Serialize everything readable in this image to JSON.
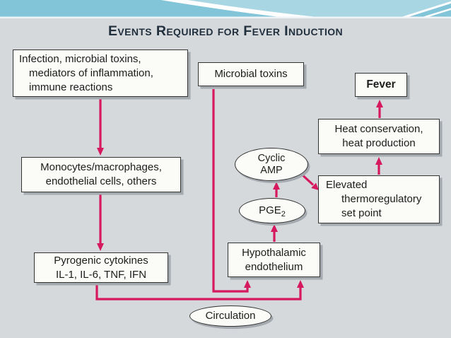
{
  "slide": {
    "title": "Events Required for Fever Induction"
  },
  "colors": {
    "background": "#d5d9dc",
    "arrow": "#d6195e",
    "box_bg": "#fbfbf8",
    "box_border": "#333333",
    "shadow": "#a3a9ae",
    "text": "#1c1c1c",
    "title_text": "#22303e",
    "header_base": "#82c4d8",
    "header_light": "#a9d6e3",
    "header_swoosh": "#ffffff",
    "header_divider": "#eef2f3"
  },
  "nodes": {
    "infection": {
      "shape": "box",
      "lines": [
        "Infection, microbial toxins,",
        "mediators of inflammation,",
        "immune reactions"
      ]
    },
    "microbial_toxins": {
      "shape": "box",
      "lines": [
        "Microbial toxins"
      ]
    },
    "monocytes": {
      "shape": "box",
      "lines": [
        "Monocytes/macrophages,",
        "endothelial cells, others"
      ]
    },
    "pyrogenic": {
      "shape": "box",
      "lines": [
        "Pyrogenic cytokines",
        "IL-1, IL-6, TNF, IFN"
      ]
    },
    "cyclic_amp": {
      "shape": "ellipse",
      "lines": [
        "Cyclic",
        "AMP"
      ]
    },
    "pge2": {
      "shape": "ellipse",
      "text": "PGE",
      "sub": "2"
    },
    "hypothalamic": {
      "shape": "box",
      "lines": [
        "Hypothalamic",
        "endothelium"
      ]
    },
    "elevated": {
      "shape": "box",
      "lines": [
        "Elevated",
        "thermoregulatory",
        "set point"
      ]
    },
    "heat": {
      "shape": "box",
      "lines": [
        "Heat conservation,",
        "heat production"
      ]
    },
    "fever": {
      "shape": "box",
      "lines": [
        "Fever"
      ]
    },
    "circulation": {
      "shape": "ellipse",
      "lines": [
        "Circulation"
      ]
    }
  },
  "edges": [
    {
      "from": "infection",
      "to": "monocytes"
    },
    {
      "from": "monocytes",
      "to": "pyrogenic"
    },
    {
      "from": "microbial_toxins",
      "to": "hypothalamic"
    },
    {
      "from": "pyrogenic",
      "to": "hypothalamic",
      "via": "circulation"
    },
    {
      "from": "hypothalamic",
      "to": "pge2"
    },
    {
      "from": "pge2",
      "to": "cyclic_amp"
    },
    {
      "from": "cyclic_amp",
      "to": "elevated"
    },
    {
      "from": "elevated",
      "to": "heat"
    },
    {
      "from": "heat",
      "to": "fever"
    }
  ]
}
